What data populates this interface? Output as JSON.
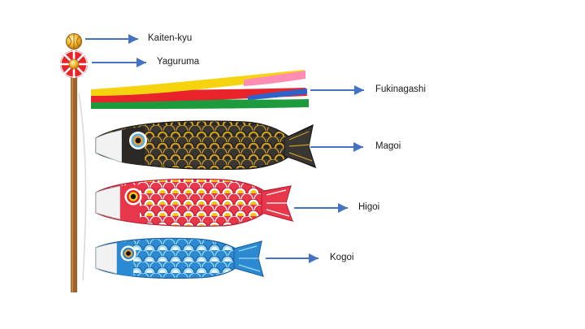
{
  "labels": {
    "kaiten_kyu": "Kaiten-kyu",
    "yaguruma": "Yaguruma",
    "fukinagashi": "Fukinagashi",
    "magoi": "Magoi",
    "higoi": "Higoi",
    "kogoi": "Kogoi"
  },
  "colors": {
    "pole": "#a0612a",
    "arrow": "#4472c4",
    "streamer_stripes": [
      "#f5d40f",
      "#e8232a",
      "#1d9a3c"
    ],
    "streamer_tips": [
      "#ff8db3",
      "#2f62c9",
      "#e8232a",
      "#1d9a3c"
    ],
    "magoi_body": "#3a3632",
    "magoi_scales": "#c89a2c",
    "higoi_body": "#e8364a",
    "higoi_scales": "#f4c21a",
    "kogoi_body": "#2b8ad1",
    "kogoi_scales": "#9fd8f3"
  },
  "icons": [
    "kaiten-kyu-icon",
    "yaguruma-icon"
  ]
}
